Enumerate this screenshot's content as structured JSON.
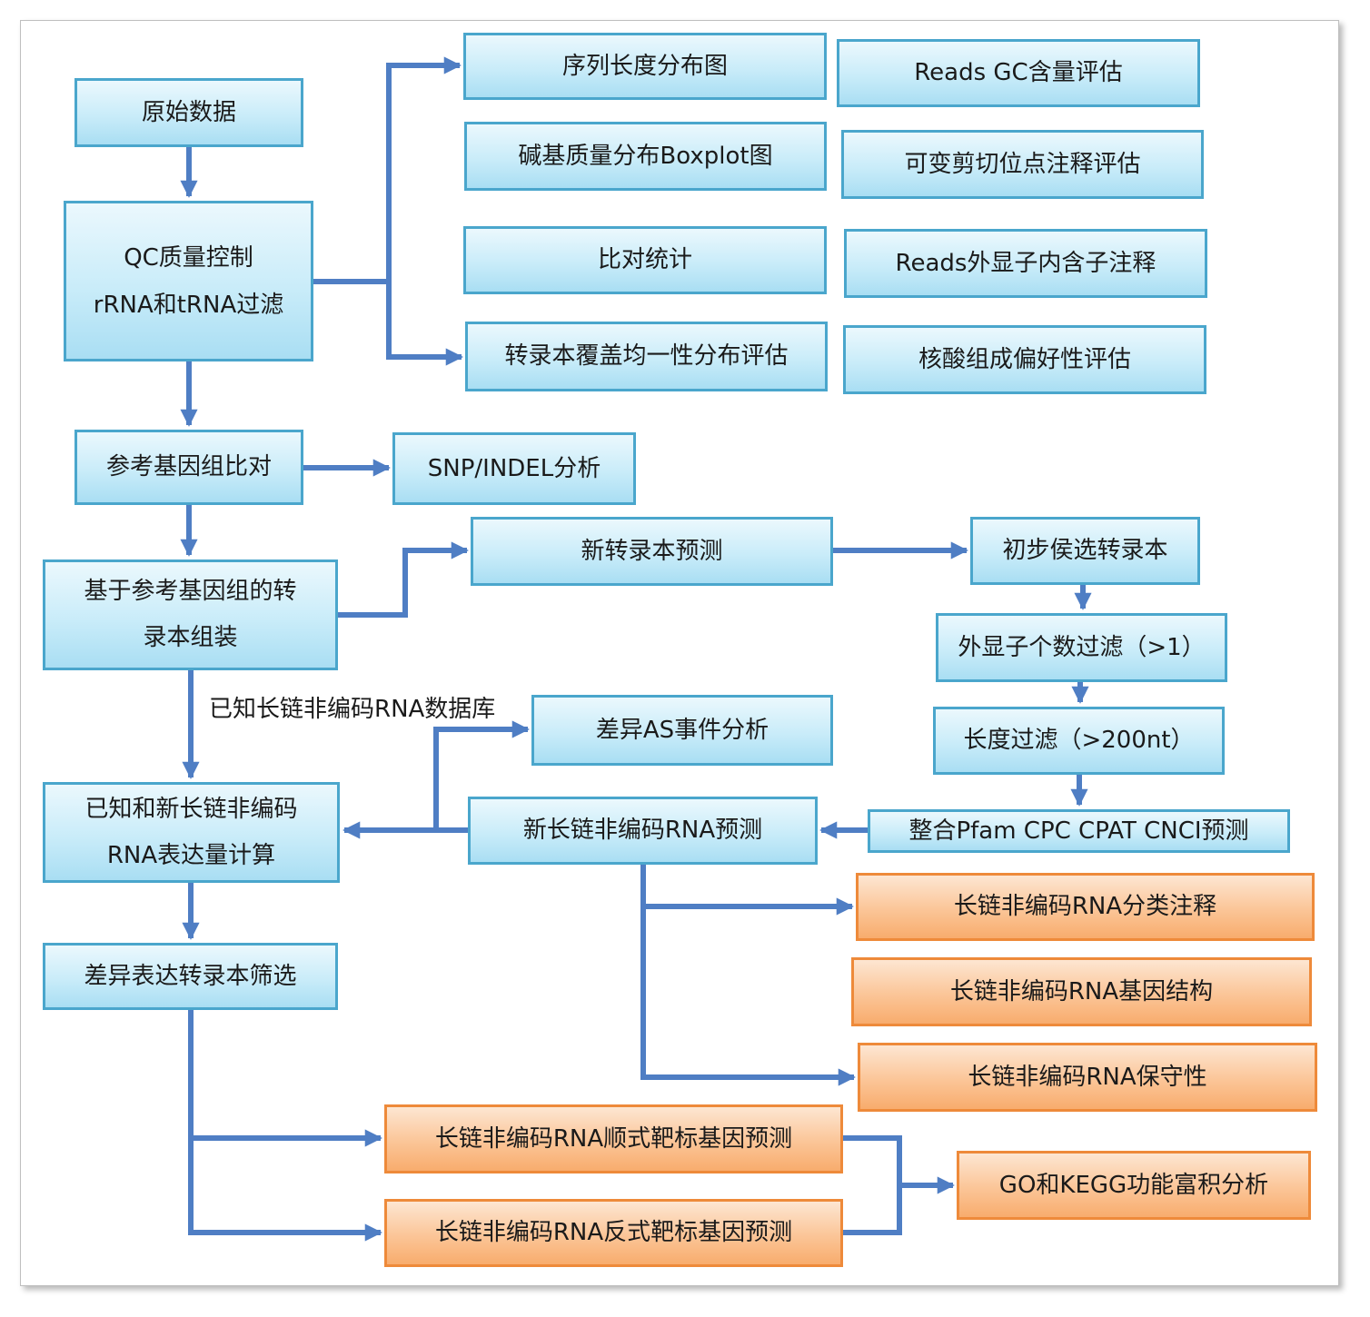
{
  "nodes": {
    "raw": "原始数据",
    "qc_1": "QC质量控制",
    "qc_2": "rRNA和tRNA过滤",
    "align": "参考基因组比对",
    "snp": "SNP/INDEL分析",
    "assembly_1": "基于参考基因组的转",
    "assembly_2": "录本组装",
    "expr_1": "已知和新长链非编码",
    "expr_2": "RNA表达量计算",
    "diff": "差异表达转录本筛选",
    "len_dist": "序列长度分布图",
    "qual_box": "碱基质量分布Boxplot图",
    "align_stat": "比对统计",
    "coverage": "转录本覆盖均一性分布评估",
    "gc": "Reads GC含量评估",
    "splice": "可变剪切位点注释评估",
    "exon_intron": "Reads外显子内含子注释",
    "nucleotide": "核酸组成偏好性评估",
    "new_pred": "新转录本预测",
    "candidate": "初步侯选转录本",
    "exon_filter": "外显子个数过滤（>1）",
    "len_filter": "长度过滤（>200nt）",
    "integrate": "整合Pfam CPC CPAT CNCI预测",
    "new_lnc": "新长链非编码RNA预测",
    "diff_as": "差异AS事件分析",
    "classify": "长链非编码RNA分类注释",
    "structure": "长链非编码RNA基因结构",
    "conservation": "长链非编码RNA保守性",
    "cis": "长链非编码RNA顺式靶标基因预测",
    "trans": "长链非编码RNA反式靶标基因预测",
    "go_kegg": "GO和KEGG功能富积分析"
  },
  "labels": {
    "known_db": "已知长链非编码RNA数据库"
  },
  "colors": {
    "arrow": "#4f7ec4",
    "blue_border": "#4aa6cc",
    "orange_border": "#ee8a3a"
  }
}
